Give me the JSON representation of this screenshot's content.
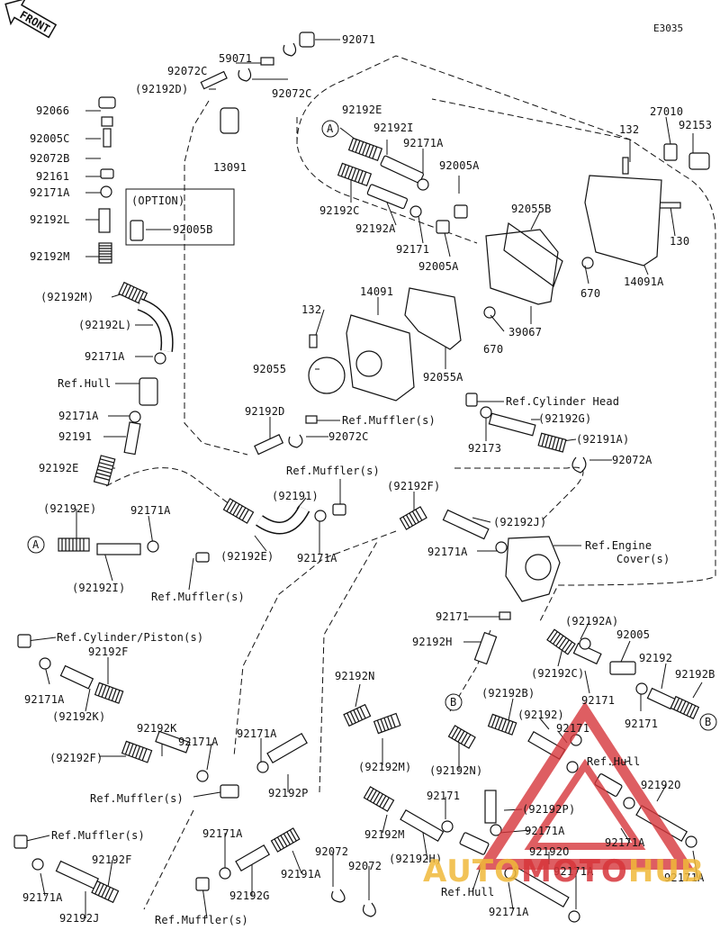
{
  "diagram_code": "E3035",
  "front_text": "FRONT",
  "option_title": "(OPTION)",
  "watermark": {
    "part1": "AUTO",
    "part2": "MOTO",
    "part3": "HUB"
  },
  "labels": [
    "92071",
    "59071",
    "92072C",
    "(92192D)",
    "92072C",
    "13091",
    "92066",
    "92005C",
    "92072B",
    "92161",
    "92171A",
    "92192L",
    "92192M",
    "92005B",
    "(92192M)",
    "(92192L)",
    "92171A",
    "Ref.Hull",
    "92171A",
    "92191",
    "92192E",
    "A",
    "92192E",
    "92192I",
    "92171A",
    "92005A",
    "92192C",
    "92192A",
    "92171",
    "92005A",
    "92055B",
    "670",
    "670",
    "39067",
    "132",
    "27010",
    "92153",
    "130",
    "14091A",
    "14091",
    "132",
    "92055",
    "92055A",
    "92192D",
    "Ref.Muffler(s)",
    "92072C",
    "Ref.Cylinder Head",
    "(92192G)",
    "92173",
    "(92191A)",
    "92072A",
    "Ref.Muffler(s)",
    "(92191)",
    "(92192E)",
    "A",
    "92171A",
    "(92192E)",
    "(92192I)",
    "Ref.Muffler(s)",
    "92171A",
    "(92192F)",
    "(92192J)",
    "92171A",
    "Ref.Engine",
    "Cover(s)",
    "92171",
    "92192H",
    "(92192A)",
    "92005",
    "(92192C)",
    "92192",
    "92192B",
    "92171",
    "92171",
    "B",
    "Ref.Cylinder/Piston(s)",
    "92192F",
    "92171A",
    "(92192K)",
    "92192N",
    "(92192B)",
    "B",
    "(92192)",
    "92171",
    "92192K",
    "92171A",
    "92171A",
    "(92192F)",
    "Ref.Muffler(s)",
    "92192P",
    "(92192M)",
    "(92192N)",
    "Ref.Hull",
    "92192O",
    "92171",
    "(92192P)",
    "92171A",
    "92171A",
    "Ref.Muffler(s)",
    "92192F",
    "92171A",
    "92171A",
    "92192G",
    "92191A",
    "92072",
    "92072",
    "92192M",
    "(92192H)",
    "92192O",
    "92171A",
    "92171A",
    "92192J",
    "Ref.Muffler(s)",
    "Ref.Hull",
    "92171A"
  ],
  "colors": {
    "line": "#111111",
    "watermark_red": "#d7363b",
    "watermark_gold": "#f0b93a"
  }
}
